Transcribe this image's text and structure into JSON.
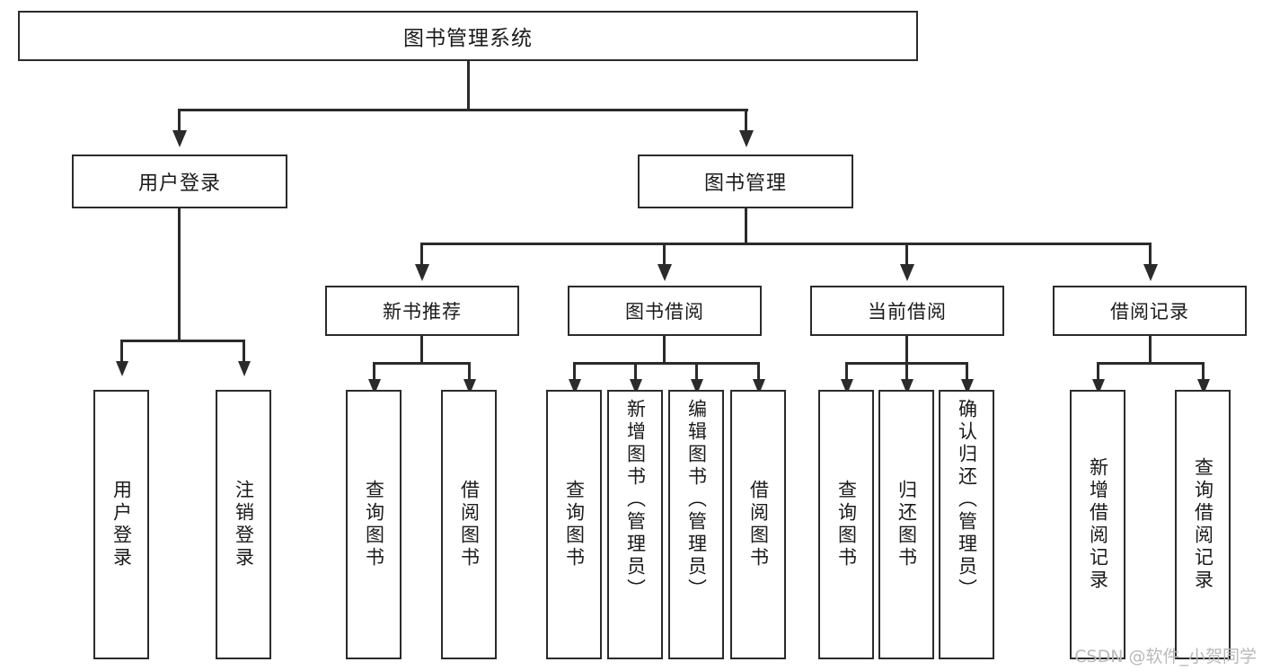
{
  "diagram": {
    "title": "图书管理系统",
    "watermark": "CSDN @软件_小贺同学",
    "root": {
      "label": "图书管理系统"
    },
    "level2": [
      {
        "key": "user-login",
        "label": "用户登录"
      },
      {
        "key": "book-management",
        "label": "图书管理"
      }
    ],
    "level3": [
      {
        "key": "new-book-recommend",
        "label": "新书推荐"
      },
      {
        "key": "book-borrow",
        "label": "图书借阅"
      },
      {
        "key": "current-borrow",
        "label": "当前借阅"
      },
      {
        "key": "borrow-record",
        "label": "借阅记录"
      }
    ],
    "leaves": {
      "user_login": [
        {
          "key": "leaf-user-login",
          "label": "用户登录"
        },
        {
          "key": "leaf-logout-login",
          "label": "注销登录"
        }
      ],
      "new_book_recommend": [
        {
          "key": "leaf-query-book-1",
          "label": "查询图书"
        },
        {
          "key": "leaf-borrow-book-1",
          "label": "借阅图书"
        }
      ],
      "book_borrow": [
        {
          "key": "leaf-query-book-2",
          "label": "查询图书"
        },
        {
          "key": "leaf-add-book-admin",
          "label": "新增图书（管理员）"
        },
        {
          "key": "leaf-edit-book-admin",
          "label": "编辑图书（管理员）"
        },
        {
          "key": "leaf-borrow-book-2",
          "label": "借阅图书"
        }
      ],
      "current_borrow": [
        {
          "key": "leaf-query-book-3",
          "label": "查询图书"
        },
        {
          "key": "leaf-return-book",
          "label": "归还图书"
        },
        {
          "key": "leaf-confirm-return-admin",
          "label": "确认归还（管理员）"
        }
      ],
      "borrow_record": [
        {
          "key": "leaf-add-borrow-record",
          "label": "新增借阅记录"
        },
        {
          "key": "leaf-query-borrow-record",
          "label": "查询借阅记录"
        }
      ]
    },
    "colors": {
      "stroke": "#2b2b2b",
      "fill": "#ffffff",
      "text": "#1a1a1a",
      "watermark": "#b9b9b9"
    }
  }
}
